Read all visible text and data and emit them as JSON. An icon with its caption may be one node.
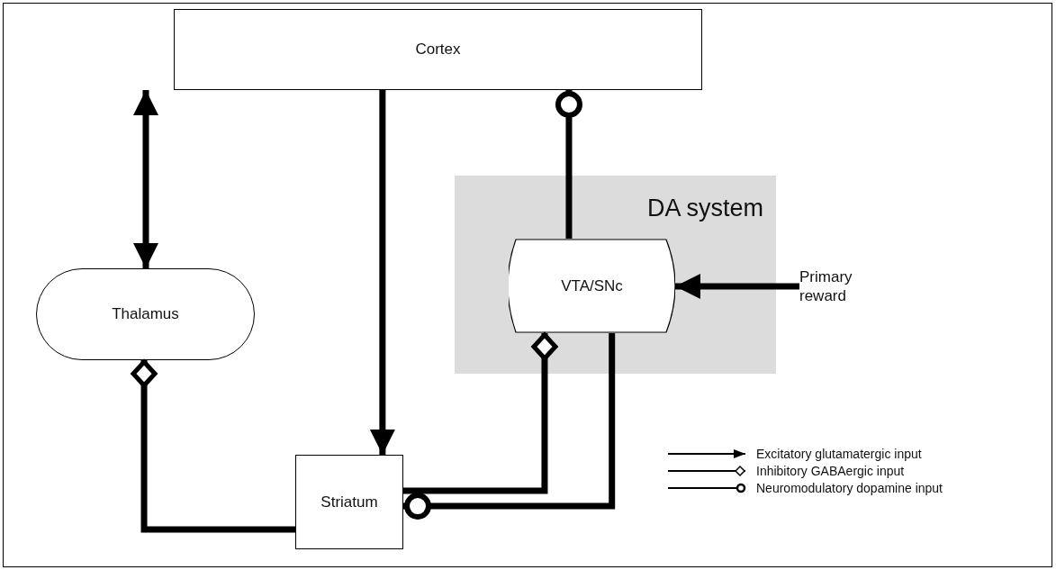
{
  "diagram": {
    "nodes": [
      {
        "text": [
          "Cortex"
        ]
      },
      {
        "text": [
          "DA system"
        ]
      },
      {
        "text": [
          "Thalamus"
        ]
      },
      {
        "text": [
          "VTA/SNc"
        ],
        "in": 1
      },
      {
        "text": [
          "Primary reward"
        ]
      },
      {
        "text": [
          "Striatum"
        ]
      }
    ],
    "edges": [
      {
        "from": 2,
        "to": 0,
        "arrow": "both"
      },
      {
        "from": 0,
        "to": 5,
        "arrow": "to"
      },
      {
        "from": 3,
        "to": 0,
        "arrow": "other"
      },
      {
        "from": 4,
        "to": 3,
        "arrow": "to"
      },
      {
        "from": 5,
        "to": 2,
        "arrow": "other"
      },
      {
        "from": 5,
        "to": 3,
        "arrow": "other"
      },
      {
        "from": 3,
        "to": 5,
        "arrow": "other"
      }
    ],
    "legend": [
      {
        "text": "Excitatory glutamatergic input"
      },
      {
        "text": "Inhibitory GABAergic input"
      },
      {
        "text": "Neuromodulatory dopamine input"
      }
    ]
  }
}
